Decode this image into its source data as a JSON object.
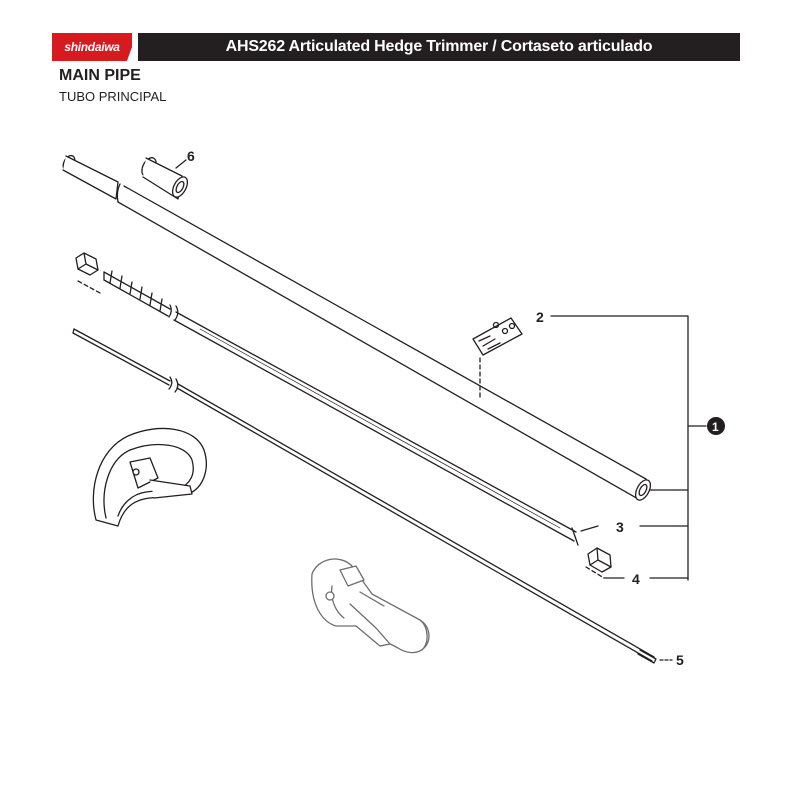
{
  "header": {
    "brand": "shindaiwa",
    "title": "AHS262 Articulated Hedge Trimmer / Cortaseto articulado"
  },
  "section": {
    "title": "MAIN PIPE",
    "subtitle": "TUBO PRINCIPAL"
  },
  "callouts": {
    "assembly": "1",
    "decal": "2",
    "liner": "3",
    "bushing": "4",
    "drive_shaft": "5",
    "sleeve": "6"
  },
  "colors": {
    "brand_red": "#d71920",
    "header_black": "#231f20",
    "line": "#231f20"
  }
}
